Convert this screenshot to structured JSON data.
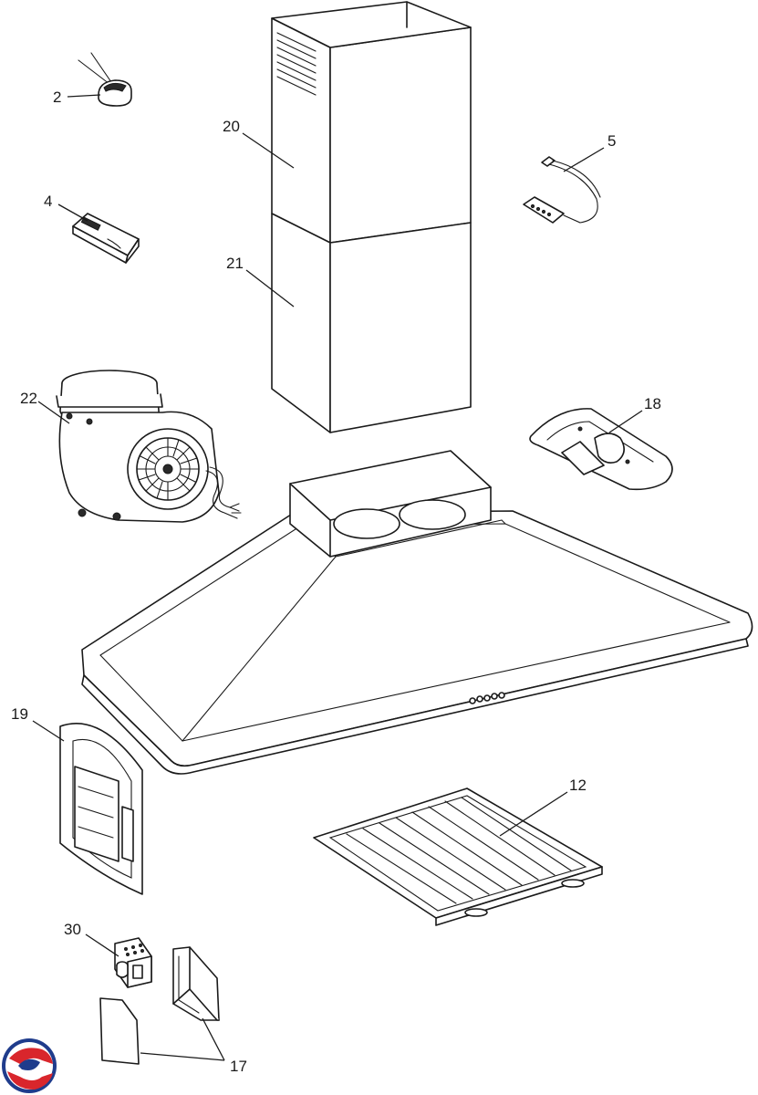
{
  "labels": {
    "p2": "2",
    "p4": "4",
    "p5": "5",
    "p12": "12",
    "p17": "17",
    "p18": "18",
    "p19": "19",
    "p20": "20",
    "p21": "21",
    "p22": "22",
    "p30": "30"
  },
  "colors": {
    "stroke": "#1a1a1a",
    "fill": "#ffffff",
    "logo_red": "#d9262c",
    "logo_blue": "#1f3c8c"
  },
  "icons": {
    "logo": "brand-logo-icon"
  }
}
